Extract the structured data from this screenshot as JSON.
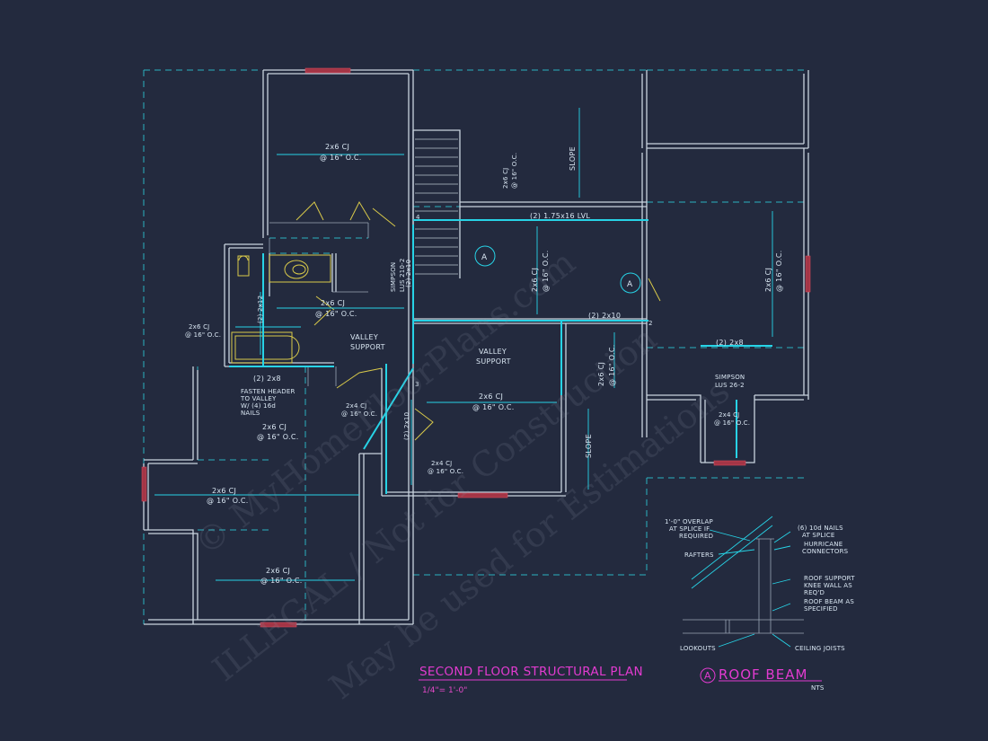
{
  "title": {
    "text": "SECOND FLOOR STRUCTURAL PLAN",
    "scale": "1/4\"= 1'-0\"",
    "color": "#e23bd0",
    "scale_color": "#e54ac9"
  },
  "labels": {
    "cj_top_1": "2x6 CJ",
    "cj_top_2": "@ 16\" O.C.",
    "cj_hall_1": "2x6 CJ",
    "cj_hall_2": "@ 16\" O.C.",
    "cj_vert_1": "2x6 CJ",
    "cj_vert_2": "@ 16\" O.C.",
    "lvl": "(2) 1.75x16 LVL",
    "slope_top": "SLOPE",
    "slope_bottom": "SLOPE",
    "simpson_left_1": "SIMPSON",
    "simpson_left_2": "LUS 210-2",
    "hdr_2x10_a": "(2) 2x10",
    "hdr_2x10_b": "(2) 2x10",
    "hdr_2x10_c": "(2) 2x10",
    "cj_mid_v_1": "2x6 CJ",
    "cj_mid_v_2": "@ 16\" O.C.",
    "cj_right_v_1": "2x6 CJ",
    "cj_right_v_2": "@ 16\" O.C.",
    "hdr_2x12": "(2) 2x12",
    "cj_bath_1": "2x6 CJ",
    "cj_bath_2": "@ 16\" O.C.",
    "cj_hall2_1": "2x6 CJ",
    "cj_hall2_2": "@ 16\" O.C.",
    "valley_support_1a": "VALLEY",
    "valley_support_1b": "SUPPORT",
    "valley_support_2a": "VALLEY",
    "valley_support_2b": "SUPPORT",
    "hdr_2x8_a": "(2) 2x8",
    "fasten_1": "FASTEN HEADER",
    "fasten_2": "TO VALLEY",
    "fasten_3": "W/ (4) 16d",
    "fasten_4": "NAILS",
    "cj_2x4_a1": "2x4 CJ",
    "cj_2x4_a2": "@ 16\" O.C.",
    "cj_2x6_left_1": "2x6 CJ",
    "cj_2x6_left_2": "@ 16\" O.C.",
    "cj_2x6_mid_1": "2x6 CJ",
    "cj_2x6_mid_2": "@ 16\" O.C.",
    "cj_2x6_big_1": "2x6 CJ",
    "cj_2x6_big_2": "@ 16\" O.C.",
    "cj_2x6_bot_1": "2x6 CJ",
    "cj_2x6_bot_2": "@ 16\" O.C.",
    "cj_2x4_b1": "2x4 CJ",
    "cj_2x4_b2": "@ 16\" O.C.",
    "hdr_2x8_b": "(2) 2x8",
    "simpson_right_1": "SIMPSON",
    "simpson_right_2": "LUS 26-2",
    "cj_2x4_c1": "2x4 CJ",
    "cj_2x4_c2": "@ 16\" O.C.",
    "callout_a": "A",
    "callout_a2": "A",
    "post_2": "2",
    "post_3": "3",
    "post_4": "4"
  },
  "detail": {
    "title_letter": "A",
    "title": "ROOF BEAM",
    "nts": "NTS",
    "overlap_1": "1'-0\" OVERLAP",
    "overlap_2": "AT SPLICE IF",
    "overlap_3": "REQUIRED",
    "nails_1": "(6) 10d NAILS",
    "nails_2": "AT SPLICE",
    "hurricane_1": "HURRICANE",
    "hurricane_2": "CONNECTORS",
    "rafters": "RAFTERS",
    "knee_1": "ROOF SUPPORT",
    "knee_2": "KNEE WALL AS",
    "knee_3": "REQ'D",
    "beam_1": "ROOF BEAM AS",
    "beam_2": "SPECIFIED",
    "lookouts": "LOOKOUTS",
    "joists": "CEILING JOISTS",
    "title_color": "#e23bd0"
  },
  "watermark": {
    "line_1": "© MyHomeFloorPlans.com",
    "line_2": "ILLEGAL / Not for Construction",
    "line_3": "May be used for Estimations"
  },
  "colors": {
    "background": "#232a3e",
    "walls": "#c9d3df",
    "structural": "#27d3e6",
    "windows": "#a43546",
    "doors": "#d8c94a",
    "title": "#e23bd0"
  }
}
